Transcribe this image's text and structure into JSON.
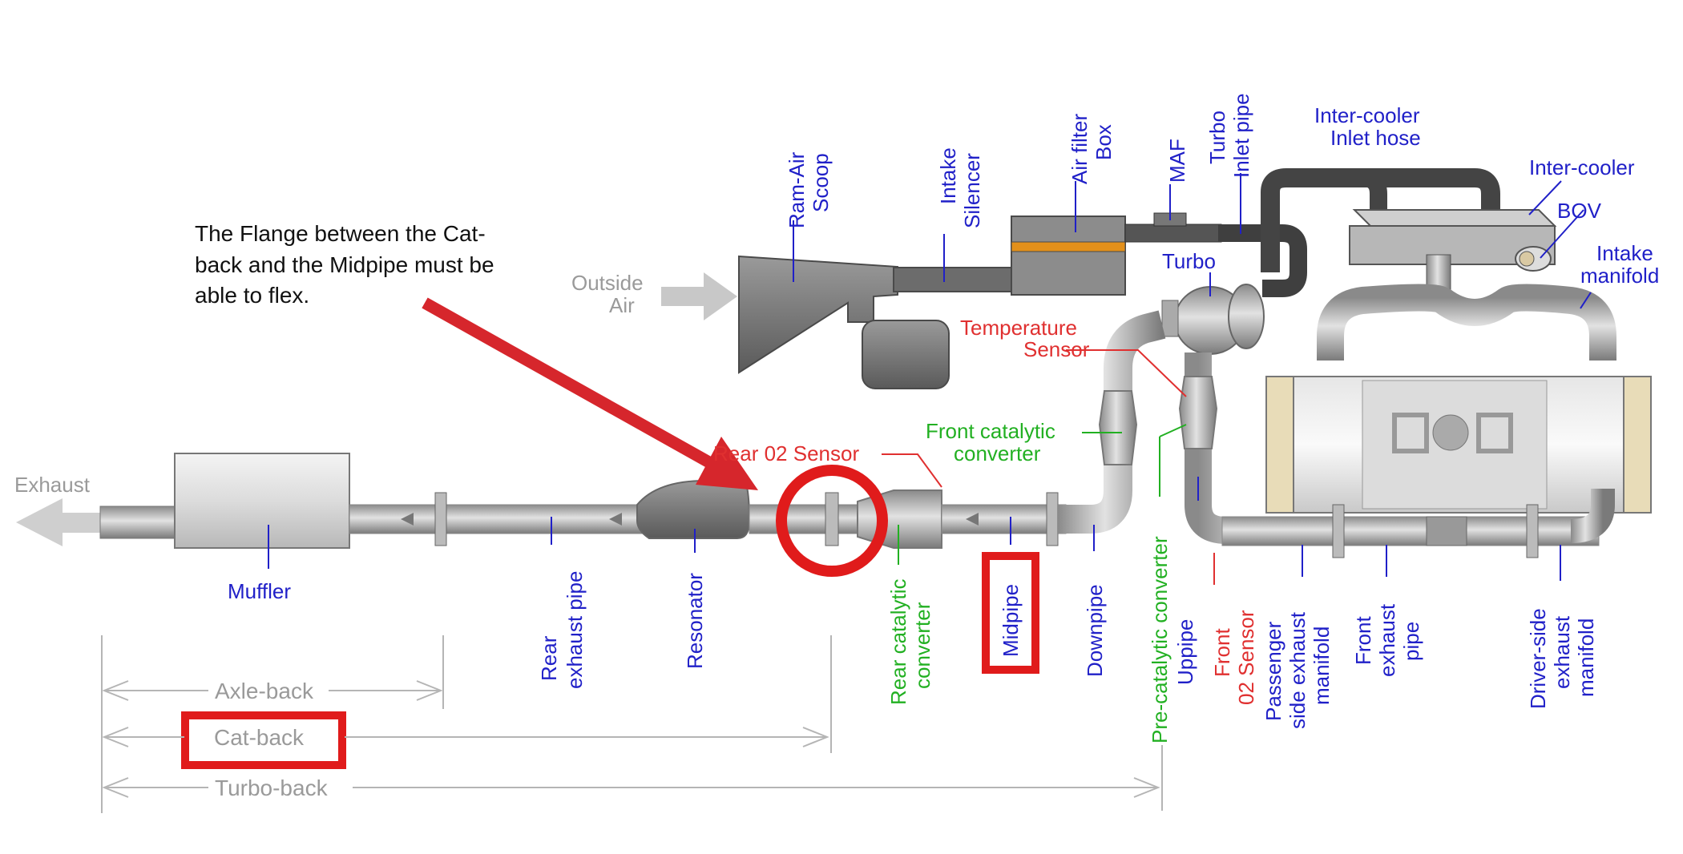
{
  "annotation": {
    "lines": [
      "The Flange between the Cat-",
      "back and the Midpipe must be",
      "able to flex."
    ]
  },
  "labels": {
    "exhaust": "Exhaust",
    "outside_air": [
      "Outside",
      "Air"
    ],
    "muffler": "Muffler",
    "rear_exhaust_pipe": [
      "Rear",
      "exhaust pipe"
    ],
    "resonator": "Resonator",
    "rear_cat": [
      "Rear catalytic",
      "converter"
    ],
    "midpipe": "Midpipe",
    "downpipe": "Downpipe",
    "pre_cat": "Pre-catalytic converter",
    "uppipe": "Uppipe",
    "front_o2": [
      "Front",
      "02 Sensor"
    ],
    "passenger_manifold": [
      "Passenger",
      "side exhaust",
      "manifold"
    ],
    "front_exhaust_pipe": [
      "Front",
      "exhaust",
      "pipe"
    ],
    "driver_manifold": [
      "Driver-side",
      "exhaust",
      "manifold"
    ],
    "rear_o2": "Rear 02 Sensor",
    "front_cat": [
      "Front catalytic",
      "converter"
    ],
    "temp_sensor": [
      "Temperature",
      "Sensor"
    ],
    "turbo": "Turbo",
    "ram_air": [
      "Ram-Air",
      "Scoop"
    ],
    "intake_silencer": [
      "Intake",
      "Silencer"
    ],
    "air_filter": [
      "Air filter",
      "Box"
    ],
    "maf": "MAF",
    "turbo_inlet": [
      "Turbo",
      "Inlet pipe"
    ],
    "intercooler_hose": [
      "Inter-cooler",
      "Inlet hose"
    ],
    "intercooler": "Inter-cooler",
    "bov": "BOV",
    "intake_manifold": [
      "Intake",
      "manifold"
    ]
  },
  "ranges": {
    "axle_back": "Axle-back",
    "cat_back": "Cat-back",
    "turbo_back": "Turbo-back"
  },
  "colors": {
    "component_label": "#2020c8",
    "cat_label": "#22b022",
    "sensor_label": "#e03030",
    "range_label": "#9a9a9a",
    "highlight": "#e01b1b",
    "arrow": "#d6262c"
  }
}
